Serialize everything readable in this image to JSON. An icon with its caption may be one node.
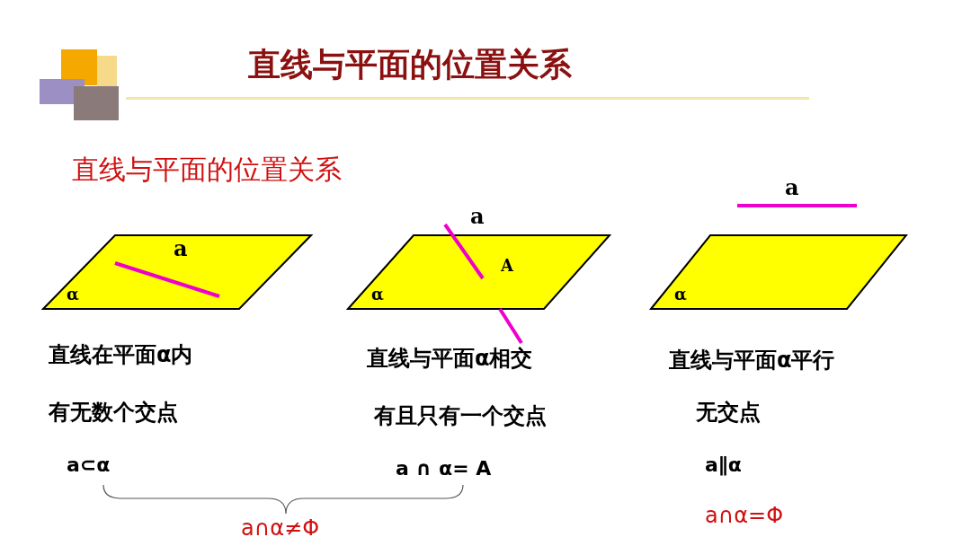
{
  "diagram": {
    "title": "直线与平面的位置关系",
    "nodes": [
      {
        "text": [
          "α"
        ]
      },
      {
        "text": [
          "α"
        ]
      },
      {
        "text": [
          "α"
        ]
      }
    ],
    "labels": [
      "直线与平面的位置关系",
      "a",
      "a",
      "a",
      "A",
      "直线在平面α内",
      "直线与平面α相交",
      "直线与平面α平行",
      "有无数个交点",
      "有且只有一个交点",
      "无交点",
      "a⊂α",
      "a ∩ α= A",
      "a∥α",
      "a∩α≠Φ",
      "a∩α=Φ"
    ]
  }
}
